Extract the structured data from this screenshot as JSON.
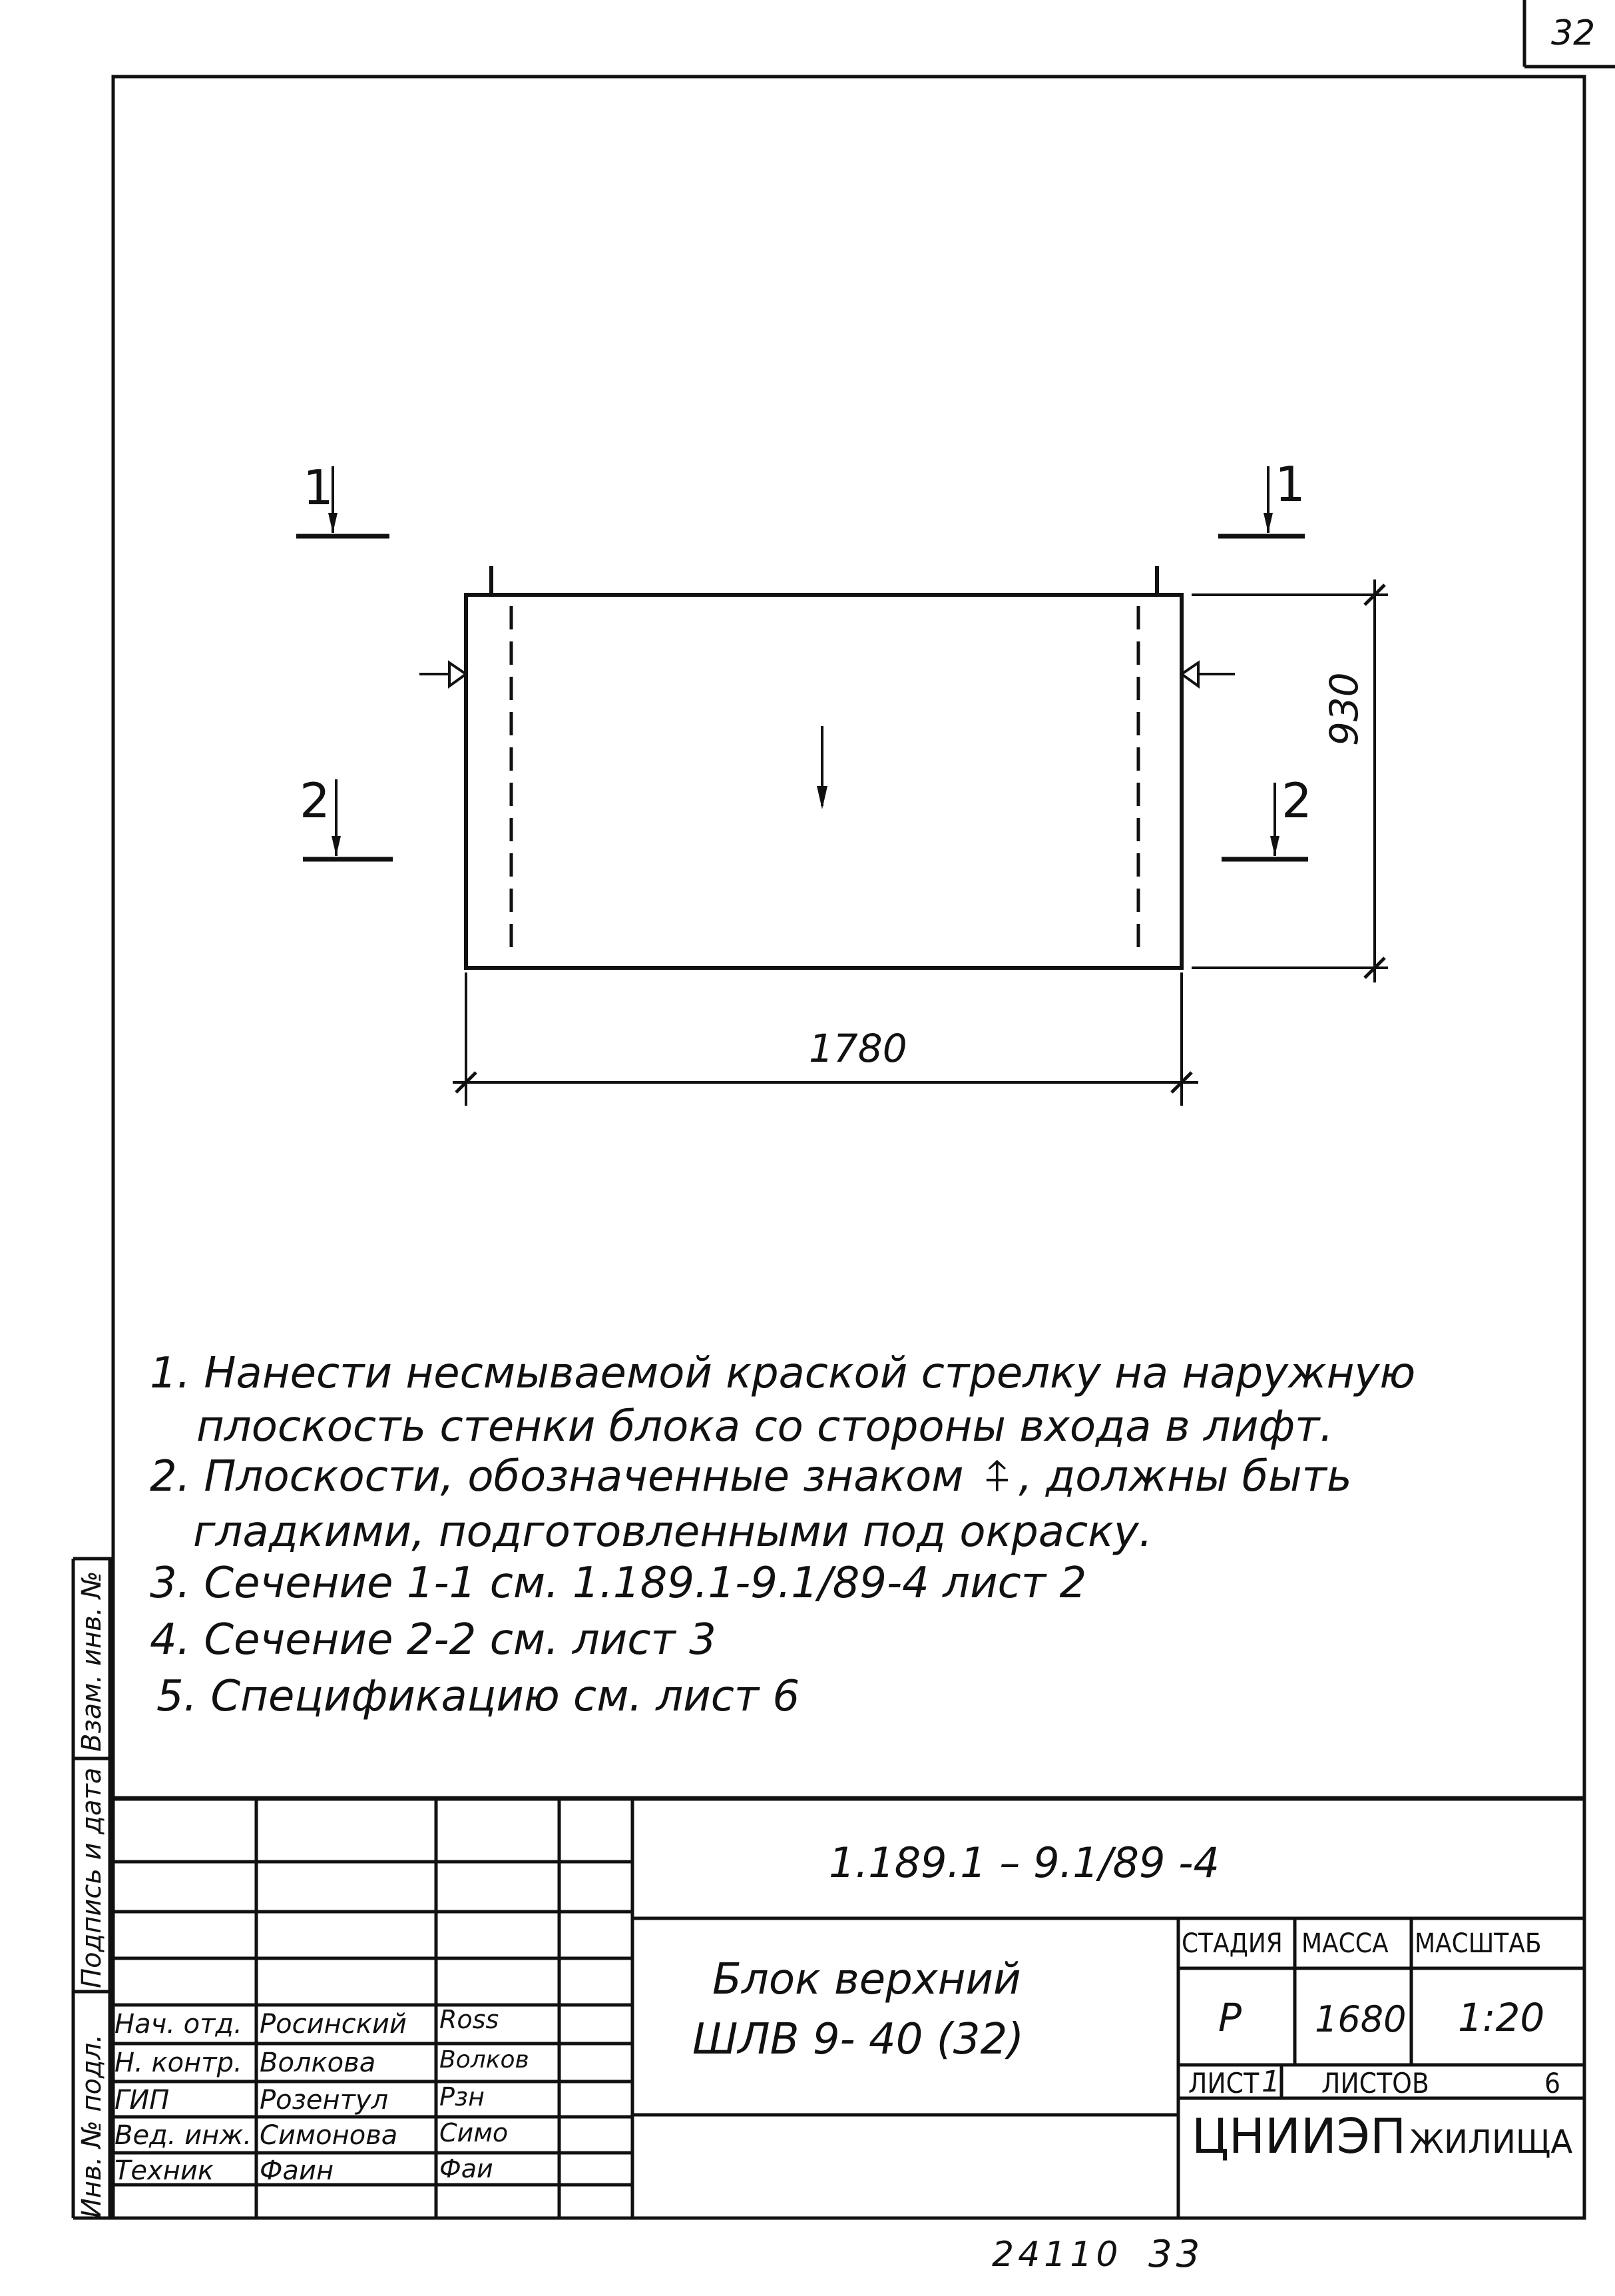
{
  "sheet": {
    "page_number": "32",
    "footer_code": "24110",
    "footer_number": "33"
  },
  "drawing": {
    "section_1_left": "1",
    "section_1_right": "1",
    "section_2_left": "2",
    "section_2_right": "2",
    "dim_height": "930",
    "dim_width": "1780"
  },
  "notes": [
    "1. Нанести несмываемой краской стрелку на наружную",
    "плоскость стенки блока со стороны входа в лифт.",
    "2. Плоскости, обозначенные знаком",
    ", должны быть",
    "гладкими, подготовленными под окраску.",
    "3. Сечение  1-1  см.  1.189.1-9.1/89-4  лист 2",
    "4. Сечение   2-2  см.  лист 3",
    "5. Спецификацию  см.  лист  6"
  ],
  "side_stamps": {
    "inv_podl": "Инв. № подл.",
    "podpis_data": "Подпись и дата",
    "vzam_inv": "Взам. инв. №"
  },
  "title_block": {
    "doc_code": "1.189.1 – 9.1/89 -4",
    "name_line1": "Блок  верхний",
    "name_line2": "ШЛВ 9- 40 (32)",
    "hdr_stage": "СТАДИЯ",
    "hdr_mass": "МАССА",
    "hdr_scale": "МАСШТАБ",
    "stage": "Р",
    "mass": "1680",
    "scale": "1:20",
    "sheet_label": "ЛИСТ",
    "sheet_no": "1",
    "sheets_label": "ЛИСТОВ",
    "sheets_total": "6",
    "org": "ЦНИИЭП",
    "org_sub": "ЖИЛИЩА",
    "roles": [
      {
        "role": "Нач. отд.",
        "name": "Росинский",
        "signature": "Ross"
      },
      {
        "role": "Н. контр.",
        "name": "Волкова",
        "signature": "Волков"
      },
      {
        "role": "ГИП",
        "name": "Розентул",
        "signature": "Рзн"
      },
      {
        "role": "Вед. инж.",
        "name": "Симонова",
        "signature": "Симо"
      },
      {
        "role": "Техник",
        "name": "Фаин",
        "signature": "Фаи"
      }
    ]
  }
}
